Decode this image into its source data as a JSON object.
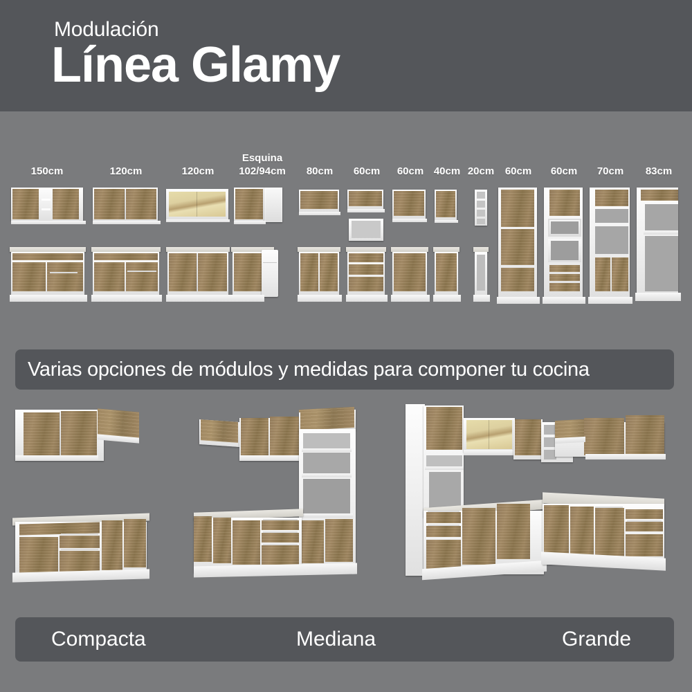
{
  "header": {
    "eyebrow": "Modulación",
    "title": "Línea Glamy",
    "bg_color": "#54565a",
    "text_color": "#ffffff"
  },
  "page": {
    "bg_color": "#7a7b7d",
    "wood_color": "#9a8260",
    "white_color": "#fdfdfd",
    "glass_color": "#ddd0a0"
  },
  "modules": [
    {
      "size": "150cm",
      "corner_label": "",
      "type": "upper-3door-open-shelf",
      "lower": "base-3door-drawer"
    },
    {
      "size": "120cm",
      "corner_label": "",
      "type": "upper-2door",
      "lower": "base-2door-2drawer"
    },
    {
      "size": "120cm",
      "corner_label": "",
      "type": "upper-glass-2door",
      "lower": "base-2door"
    },
    {
      "size": "102/94cm",
      "corner_label": "Esquina",
      "type": "upper-corner",
      "lower": "base-corner"
    },
    {
      "size": "80cm",
      "corner_label": "",
      "type": "upper-1door-wide",
      "lower": "base-2door"
    },
    {
      "size": "60cm",
      "corner_label": "",
      "type": "upper-1door-plus-niche",
      "lower": "base-3drawer"
    },
    {
      "size": "60cm",
      "corner_label": "",
      "type": "upper-1door",
      "lower": "base-1door"
    },
    {
      "size": "40cm",
      "corner_label": "",
      "type": "upper-1door-narrow",
      "lower": "base-1door-narrow"
    },
    {
      "size": "20cm",
      "corner_label": "",
      "type": "upper-shelf-tower",
      "lower": "base-bottle-rack"
    },
    {
      "size": "60cm",
      "corner_label": "",
      "type": "tall-3door-pantry",
      "lower": ""
    },
    {
      "size": "60cm",
      "corner_label": "",
      "type": "tall-oven-column",
      "lower": ""
    },
    {
      "size": "70cm",
      "corner_label": "",
      "type": "tall-open-shelf-column",
      "lower": ""
    },
    {
      "size": "83cm",
      "corner_label": "",
      "type": "tall-open-frame",
      "lower": ""
    }
  ],
  "banner": {
    "text": "Varias opciones de módulos y medidas para componer tu cocina",
    "bg_color": "#54565a"
  },
  "showcase": [
    {
      "name": "Compacta",
      "description": "upper 3-door wall unit plus 2-door base with drawers"
    },
    {
      "name": "Mediana",
      "description": "wall units plus tall oven column and long base run"
    },
    {
      "name": "Grande",
      "description": "L-shaped corner kitchen with glass doors, tall column and long base run"
    }
  ],
  "footer": {
    "bg_color": "#54565a",
    "items": [
      {
        "label": "Compacta"
      },
      {
        "label": "Mediana"
      },
      {
        "label": "Grande"
      }
    ]
  }
}
